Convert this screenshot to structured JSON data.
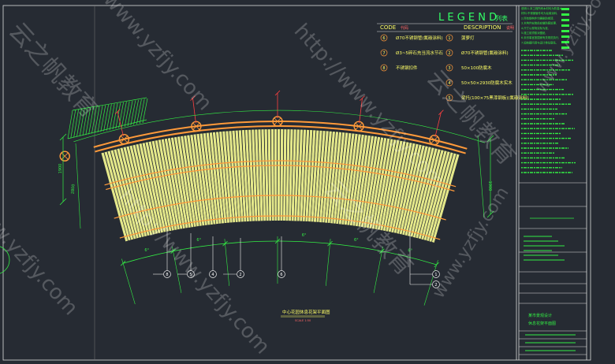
{
  "legend": {
    "title": "L E G E N D",
    "title_cn": "列表",
    "header_code": "CODE",
    "header_code_cn": "代码",
    "header_desc": "DESCRIPTION",
    "header_desc_cn": "说明",
    "left_items": [
      {
        "code": "6",
        "desc": "Ø70不锈钢管(氟碳涂料)"
      },
      {
        "code": "7",
        "desc": "Ø3~5碎石充当流水节石"
      },
      {
        "code": "8",
        "desc": "不锈钢扣件"
      }
    ],
    "right_items": [
      {
        "code": "1",
        "desc": "菠萝灯"
      },
      {
        "code": "2",
        "desc": "Ø70不锈钢管(氟碳涂料)"
      },
      {
        "code": "3",
        "desc": "50×100防腐木"
      },
      {
        "code": "4",
        "desc": "50×50×2930防腐木实木"
      },
      {
        "code": "5",
        "desc": "梁托(100×75黑漆钢板)(氟碳涂料)"
      }
    ]
  },
  "notes": [
    "说明:1.本工程所有木材均为防腐木,",
    "材料:不锈钢管件均为氟碳涂料,",
    "2.所有钢构件均需刷防锈漆,",
    "3.木构件安装前应做防腐处理,",
    "4.尺寸以现场实际为准,",
    "5.施工前须核对图纸,",
    "6.未尽事宜按国家有关规范执行,",
    "7.如有疑问请与设计单位联系,"
  ],
  "dims": {
    "angle": "6°",
    "left_height": "1900",
    "right_height": "1900",
    "left_side": "2800"
  },
  "callouts": [
    "8",
    "5",
    "4",
    "2",
    "6",
    "1",
    "2"
  ],
  "drawing_title": "中心花园休息花架平面图",
  "drawing_scale": "SCALE 1:50",
  "title_block": {
    "project": "某市景观设计",
    "drawing": "休息花架平面图"
  },
  "watermarks": [
    "http://www.yzfjy.com",
    "云之帆教育",
    "www.yzfjy.com"
  ],
  "colors": {
    "background": "#262b33",
    "timber": "#e4e88a",
    "structure": "#ff9a3a",
    "dimension": "#33ee44",
    "axis": "#ff4040",
    "frame": "#eeeeee"
  }
}
